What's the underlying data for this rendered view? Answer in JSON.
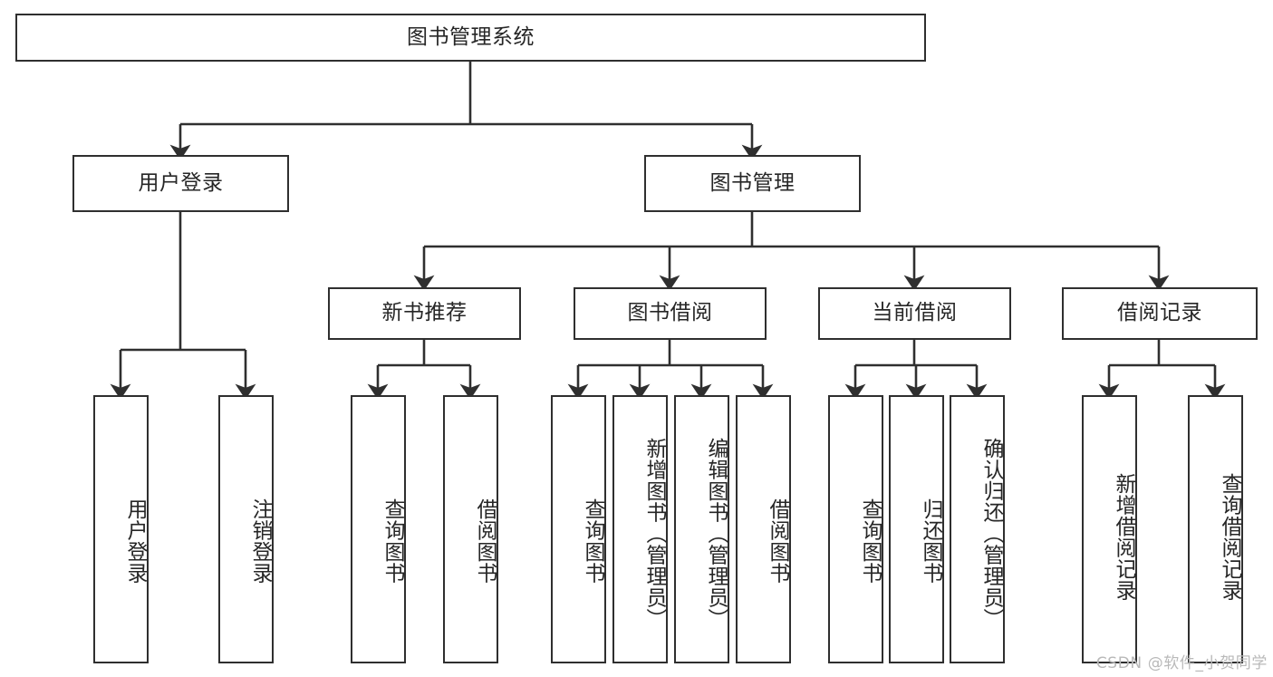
{
  "diagram": {
    "title": "图书管理系统",
    "type": "tree-hierarchy-chart",
    "root": {
      "label": "图书管理系统"
    },
    "level2": [
      {
        "label": "用户登录"
      },
      {
        "label": "图书管理"
      }
    ],
    "level3": [
      {
        "label": "新书推荐"
      },
      {
        "label": "图书借阅"
      },
      {
        "label": "当前借阅"
      },
      {
        "label": "借阅记录"
      }
    ],
    "leaves": {
      "user_login": [
        {
          "label": "用户登录"
        },
        {
          "label": "注销登录"
        }
      ],
      "new_book_recommend": [
        {
          "label": "查询图书"
        },
        {
          "label": "借阅图书"
        }
      ],
      "book_borrow": [
        {
          "label": "查询图书"
        },
        {
          "label": "新增图书（管理员）"
        },
        {
          "label": "编辑图书（管理员）"
        },
        {
          "label": "借阅图书"
        }
      ],
      "current_borrow": [
        {
          "label": "查询图书"
        },
        {
          "label": "归还图书"
        },
        {
          "label": "确认归还（管理员）"
        }
      ],
      "borrow_record": [
        {
          "label": "新增借阅记录"
        },
        {
          "label": "查询借阅记录"
        }
      ]
    }
  },
  "watermark": {
    "text": "CSDN @软件_小贺同学"
  },
  "colors": {
    "stroke": "#2f2f2f",
    "text": "#262626",
    "background": "#ffffff",
    "watermark": "#b9b9b9"
  }
}
